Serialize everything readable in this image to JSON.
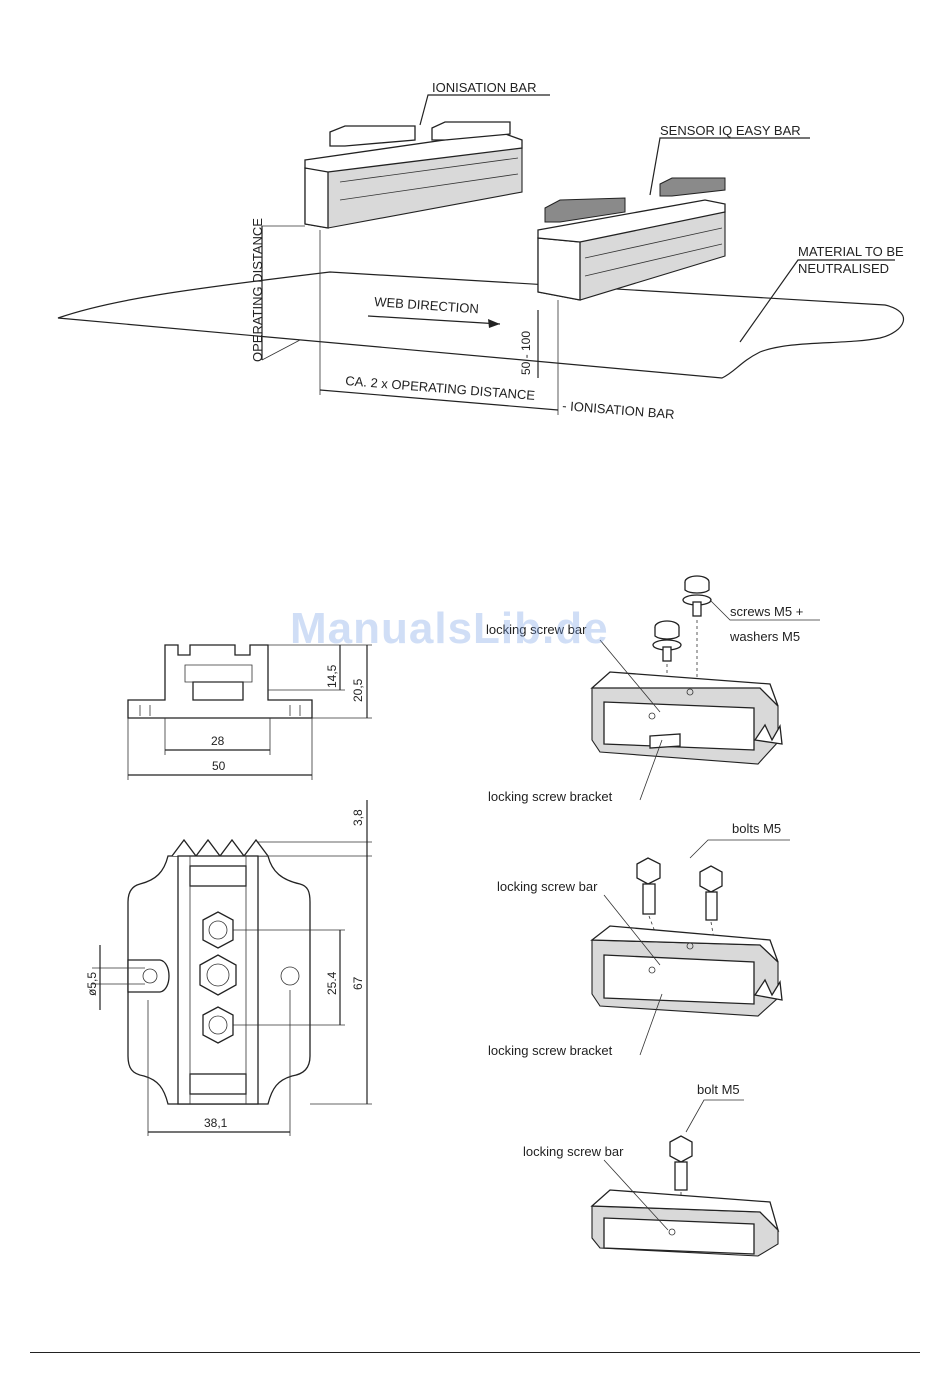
{
  "top_diagram": {
    "ionisation_bar_label": "IONISATION BAR",
    "sensor_label": "SENSOR IQ EASY BAR",
    "material_label_line1": "MATERIAL TO BE",
    "material_label_line2": "NEUTRALISED",
    "operating_distance_label": "OPERATING DISTANCE",
    "web_direction_label": "WEB DIRECTION",
    "range_label": "50 - 100",
    "ca_distance_label": "CA. 2 x OPERATING DISTANCE",
    "ca_distance_suffix": "- IONISATION BAR"
  },
  "front_view": {
    "dim_14_5": "14,5",
    "dim_20_5": "20,5",
    "dim_28": "28",
    "dim_50": "50"
  },
  "plan_view": {
    "dim_3_8": "3,8",
    "dim_25_4": "25.4",
    "dim_67": "67",
    "dim_d5_5": "ø5,5",
    "dim_38_1": "38,1"
  },
  "mount_1": {
    "screws_label_line1": "screws M5 +",
    "screws_label_line2": "washers M5",
    "locking_bar_label": "locking screw bar",
    "bracket_label": "locking screw bracket"
  },
  "mount_2": {
    "bolts_label": "bolts M5",
    "locking_bar_label": "locking screw bar",
    "bracket_label": "locking screw bracket"
  },
  "mount_3": {
    "bolt_label": "bolt M5",
    "locking_bar_label": "locking screw bar"
  },
  "watermark": "ManualsLib.de"
}
